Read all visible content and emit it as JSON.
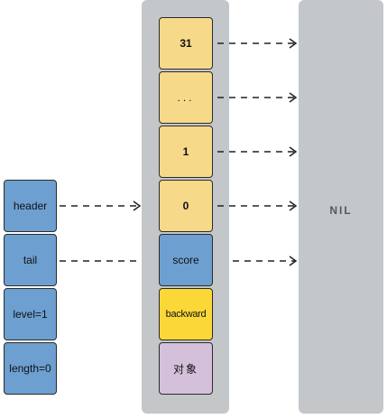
{
  "diagram": {
    "nil_label": "NIL",
    "levels": [
      {
        "label": "31"
      },
      {
        "label": "..."
      },
      {
        "label": "1"
      },
      {
        "label": "0"
      }
    ],
    "node": {
      "score_label": "score",
      "backward_label": "backward",
      "object_label": "对象"
    },
    "list_fields": [
      {
        "label": "header"
      },
      {
        "label": "tail"
      },
      {
        "label": "level=1"
      },
      {
        "label": "length=0"
      }
    ],
    "colors": {
      "level_fill": "#f7d98a",
      "field_fill": "#6d9fd0",
      "backward_fill": "#fbd838",
      "object_fill": "#d5c0dc",
      "panel_fill": "#c4c7c9"
    }
  }
}
